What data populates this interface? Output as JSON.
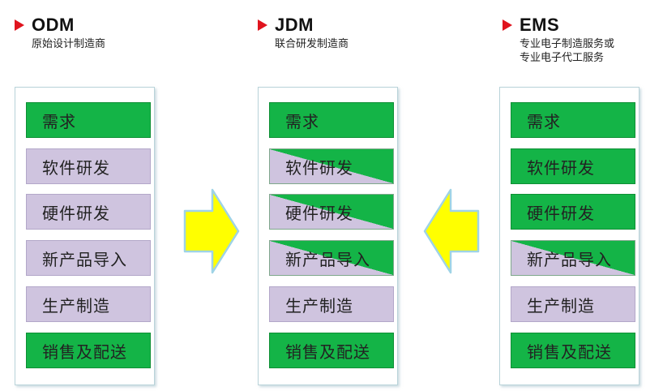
{
  "models": [
    {
      "id": "odm",
      "title": "ODM",
      "subtitle_lines": [
        "原始设计制造商"
      ],
      "stages": [
        {
          "label": "需求",
          "fill": "green"
        },
        {
          "label": "软件研发",
          "fill": "purple"
        },
        {
          "label": "硬件研发",
          "fill": "purple"
        },
        {
          "label": "新产品导入",
          "fill": "purple"
        },
        {
          "label": "生产制造",
          "fill": "purple"
        },
        {
          "label": "销售及配送",
          "fill": "green"
        }
      ]
    },
    {
      "id": "jdm",
      "title": "JDM",
      "subtitle_lines": [
        "联合研发制造商"
      ],
      "stages": [
        {
          "label": "需求",
          "fill": "green"
        },
        {
          "label": "软件研发",
          "fill": "split"
        },
        {
          "label": "硬件研发",
          "fill": "split"
        },
        {
          "label": "新产品导入",
          "fill": "split"
        },
        {
          "label": "生产制造",
          "fill": "purple"
        },
        {
          "label": "销售及配送",
          "fill": "green"
        }
      ]
    },
    {
      "id": "ems",
      "title": "EMS",
      "subtitle_lines": [
        "专业电子制造服务或",
        "专业电子代工服务"
      ],
      "stages": [
        {
          "label": "需求",
          "fill": "green"
        },
        {
          "label": "软件研发",
          "fill": "green"
        },
        {
          "label": "硬件研发",
          "fill": "green"
        },
        {
          "label": "新产品导入",
          "fill": "split"
        },
        {
          "label": "生产制造",
          "fill": "purple"
        },
        {
          "label": "销售及配送",
          "fill": "green"
        }
      ]
    }
  ],
  "colors": {
    "marker": "#e0141e",
    "green": "#14b447",
    "purple": "#cfc4df",
    "arrow_fill": "#ffff00",
    "arrow_stroke": "#9fd3e6"
  },
  "arrows": [
    {
      "direction": "right"
    },
    {
      "direction": "left"
    }
  ]
}
